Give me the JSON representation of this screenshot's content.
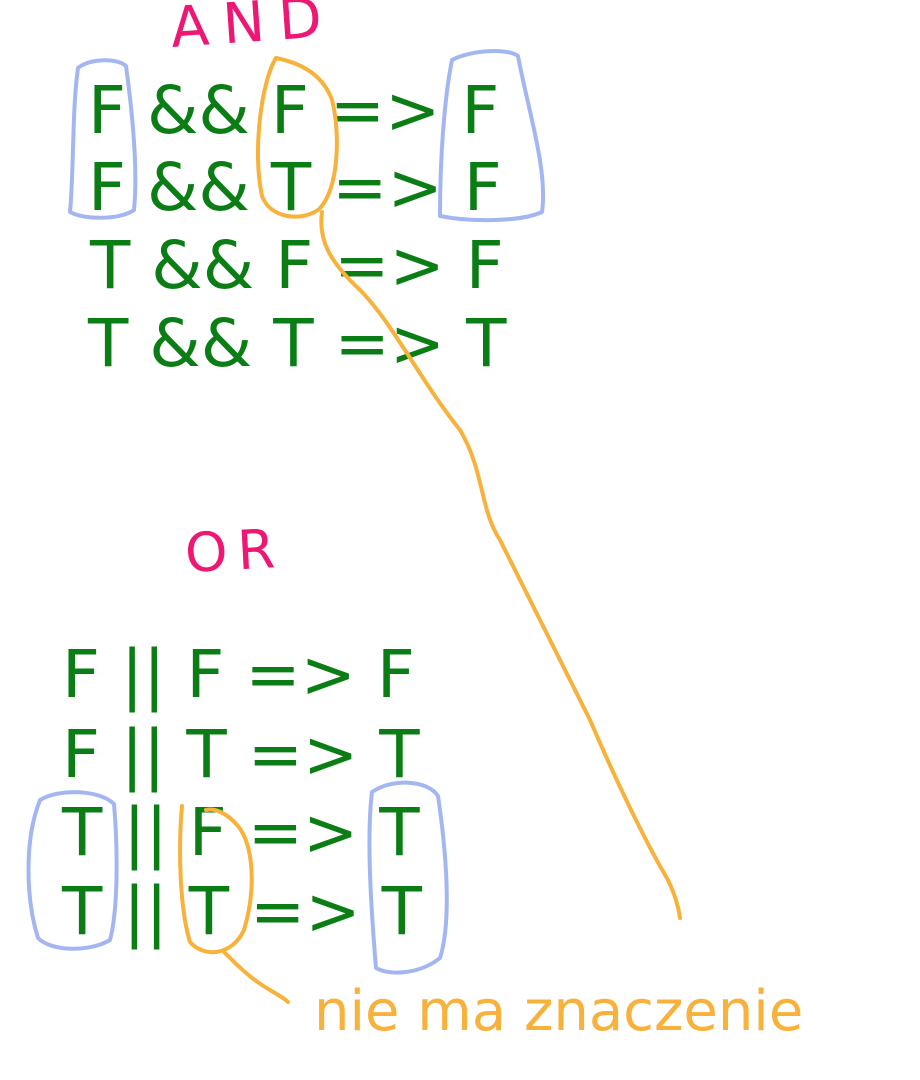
{
  "colors": {
    "text": "#0a7d14",
    "heading": "#ee1874",
    "circle": "#a3b6f2",
    "annotation": "#f8b13a"
  },
  "and_section": {
    "heading": "AND",
    "rows": [
      "F && F => F",
      "F && T => F",
      "T && F => F",
      "T && T => T"
    ]
  },
  "or_section": {
    "heading": "OR",
    "rows": [
      "F || F => F",
      "F || T => T",
      "T || F => T",
      "T || T => T"
    ]
  },
  "annotation": {
    "text": "nie ma znaczenie"
  }
}
